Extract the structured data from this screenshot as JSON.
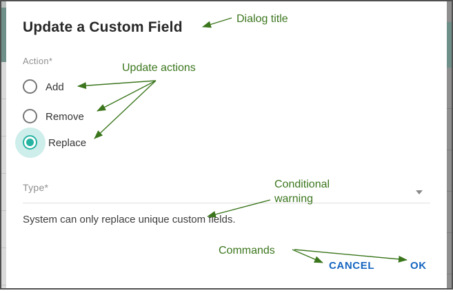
{
  "dialog": {
    "title": "Update a Custom Field",
    "fields": {
      "action_label": "Action*",
      "type_label": "Type*"
    },
    "radios": [
      {
        "label": "Add",
        "selected": false
      },
      {
        "label": "Remove",
        "selected": false
      },
      {
        "label": "Replace",
        "selected": true
      }
    ],
    "warning": "System can only replace unique custom fields.",
    "buttons": {
      "cancel": "CANCEL",
      "ok": "OK"
    }
  },
  "annotations": {
    "dialog_title": "Dialog title",
    "update_actions": "Update actions",
    "conditional_warning": "Conditional warning",
    "commands": "Commands"
  },
  "colors": {
    "accent_teal": "#26b3a1",
    "teal_halo": "#cdeeea",
    "annotation_green": "#3b761d",
    "button_blue": "#1565c0",
    "label_gray": "#8f8f8f"
  }
}
